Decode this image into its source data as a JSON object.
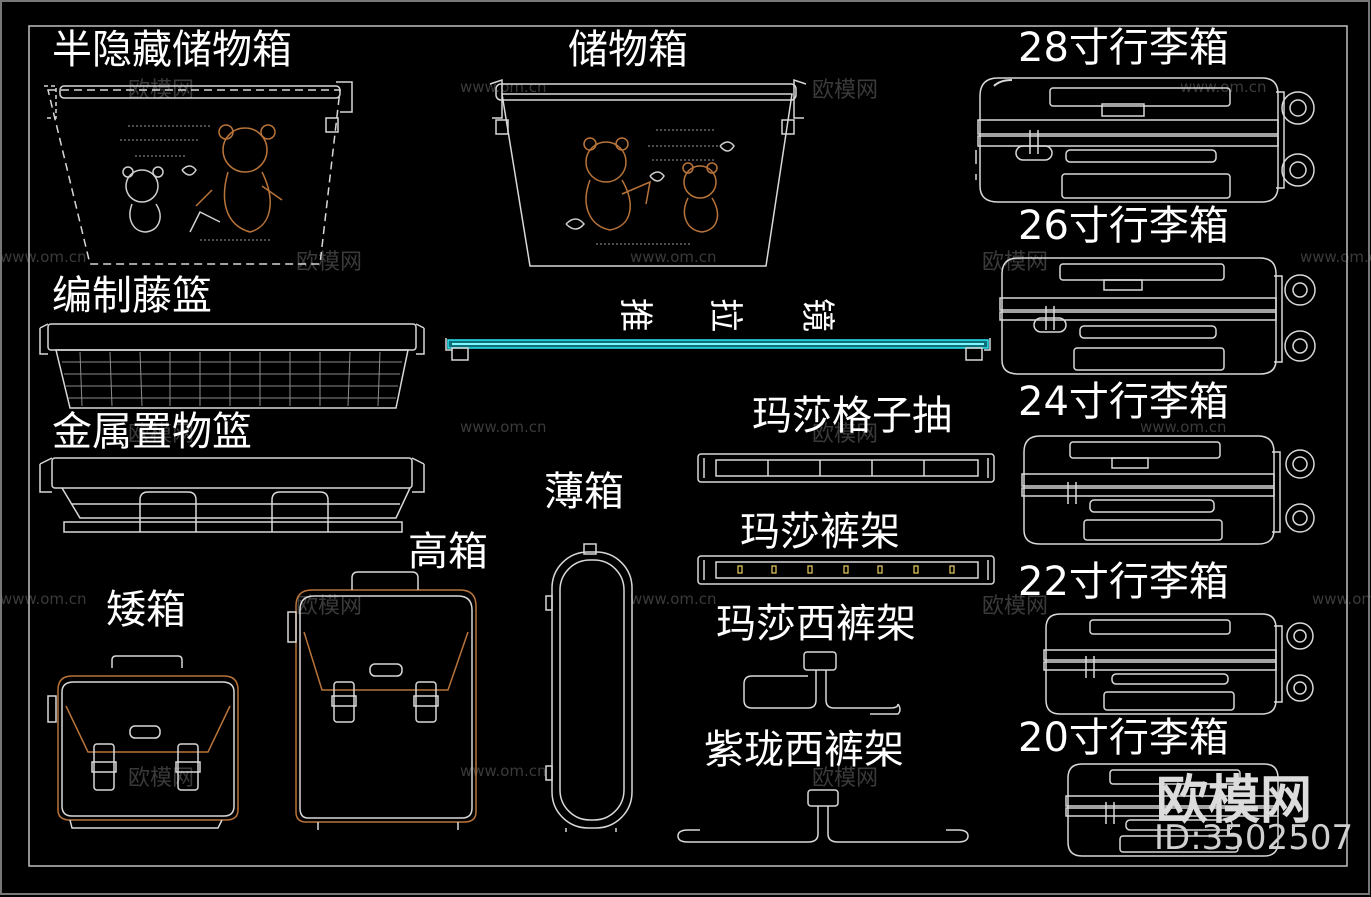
{
  "labels": {
    "half_hidden_box": "半隐藏储物箱",
    "storage_box": "储物箱",
    "woven_basket": "编制藤篮",
    "metal_basket": "金属置物篮",
    "tall_box": "高箱",
    "short_box": "矮箱",
    "thin_box": "薄箱",
    "masha_grid_drawer": "玛莎格子抽",
    "masha_pants_rack": "玛莎裤架",
    "masha_trouser_rack": "玛莎西裤架",
    "zilong_trouser_rack": "紫珑西裤架",
    "luggage_28": "28寸行李箱",
    "luggage_26": "26寸行李箱",
    "luggage_24": "24寸行李箱",
    "luggage_22": "22寸行李箱",
    "luggage_20": "20寸行李箱"
  },
  "push_mirror": {
    "c1": "推",
    "c2": "拉",
    "c3": "镜"
  },
  "watermark": {
    "site": "欧模网",
    "url": "www.om.cn"
  },
  "logo": {
    "name": "欧模网",
    "id": "ID:3502507"
  },
  "colors": {
    "line": "#d8d8d8",
    "brown": "#b8743a",
    "cyan": "#29e6f2",
    "frame": "#bfbfbf"
  }
}
